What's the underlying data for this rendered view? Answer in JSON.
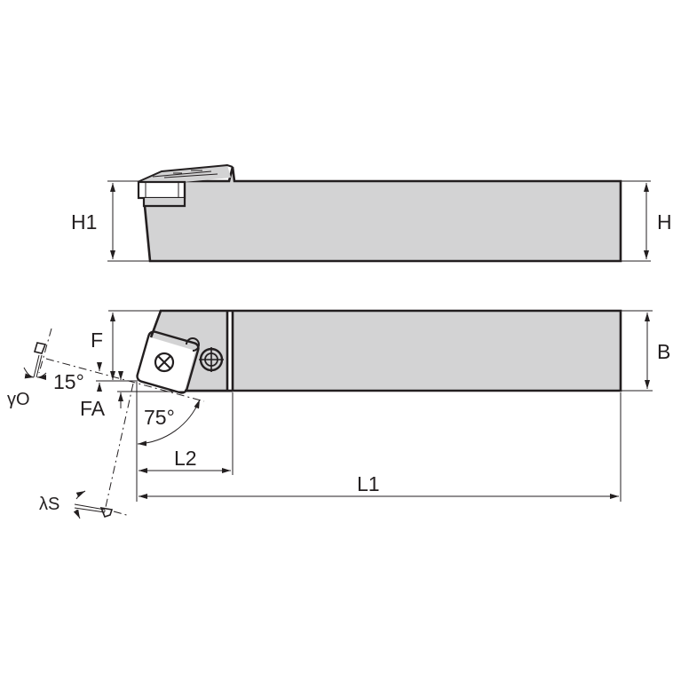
{
  "diagram": {
    "type": "technical-drawing",
    "subject": "turning tool holder",
    "colors": {
      "body": "#d3d3d4",
      "line": "#231f20",
      "background": "#ffffff"
    },
    "side_view": {
      "dimensions": {
        "h1_label": "H1",
        "h_label": "H"
      }
    },
    "top_view": {
      "dimensions": {
        "f_label": "F",
        "b_label": "B",
        "fa_label": "FA",
        "l1_label": "L1",
        "l2_label": "L2"
      },
      "angles": {
        "approach_angle": "75°",
        "small_angle": "15°",
        "rake_angle_label": "γO",
        "inclination_angle_label": "λS"
      }
    }
  }
}
